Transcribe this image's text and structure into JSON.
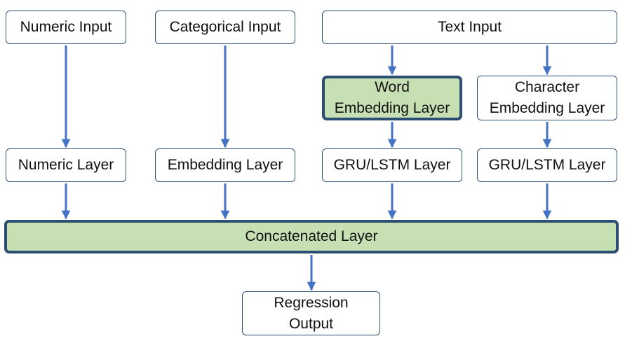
{
  "diagram": {
    "colors": {
      "arrow": "#4472c4",
      "highlight_fill": "#c6e0b4",
      "highlight_border": "#2e4d73",
      "box_border": "#2f4f75"
    },
    "nodes": {
      "numeric_input": "Numeric Input",
      "categorical_input": "Categorical Input",
      "text_input": "Text Input",
      "word_embedding_layer": "Word\nEmbedding Layer",
      "character_embedding_layer": "Character\nEmbedding Layer",
      "numeric_layer": "Numeric Layer",
      "embedding_layer": "Embedding Layer",
      "gru_lstm_layer_word": "GRU/LSTM Layer",
      "gru_lstm_layer_char": "GRU/LSTM Layer",
      "concatenated_layer": "Concatenated Layer",
      "regression_output": "Regression\nOutput"
    },
    "edges": [
      {
        "from": "numeric_input",
        "to": "numeric_layer"
      },
      {
        "from": "categorical_input",
        "to": "embedding_layer"
      },
      {
        "from": "text_input",
        "to": "word_embedding_layer"
      },
      {
        "from": "text_input",
        "to": "character_embedding_layer"
      },
      {
        "from": "word_embedding_layer",
        "to": "gru_lstm_layer_word"
      },
      {
        "from": "character_embedding_layer",
        "to": "gru_lstm_layer_char"
      },
      {
        "from": "numeric_layer",
        "to": "concatenated_layer"
      },
      {
        "from": "embedding_layer",
        "to": "concatenated_layer"
      },
      {
        "from": "gru_lstm_layer_word",
        "to": "concatenated_layer"
      },
      {
        "from": "gru_lstm_layer_char",
        "to": "concatenated_layer"
      },
      {
        "from": "concatenated_layer",
        "to": "regression_output"
      }
    ]
  }
}
